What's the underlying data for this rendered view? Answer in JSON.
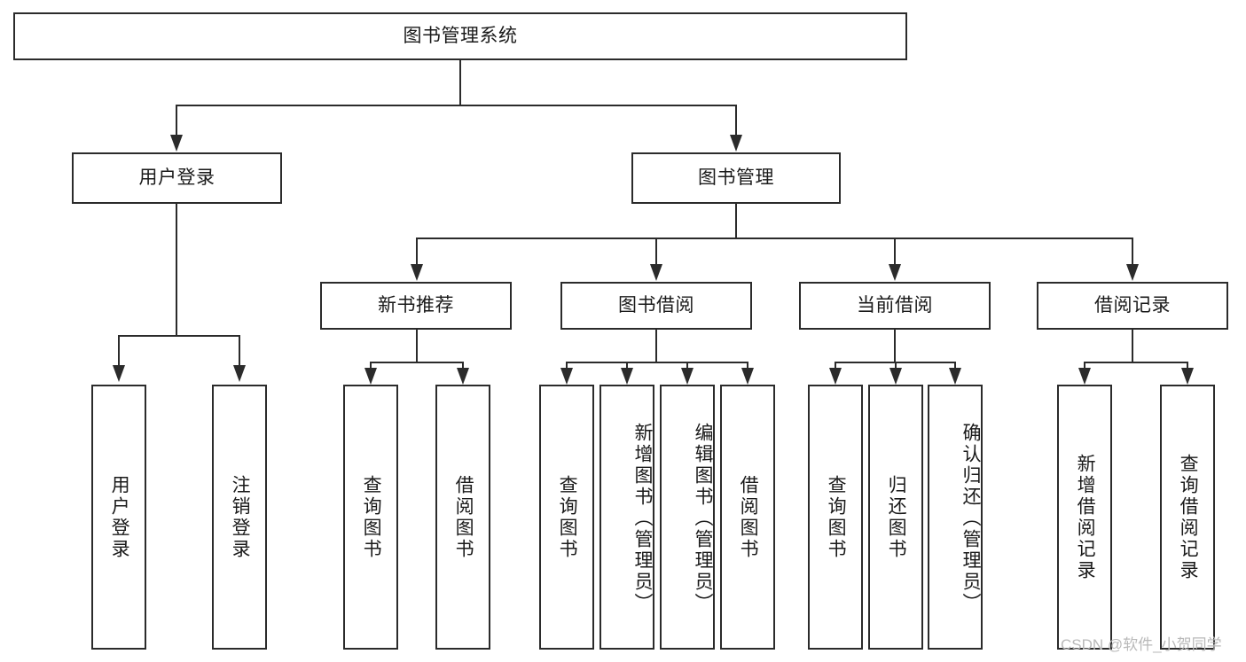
{
  "diagram": {
    "title": "图书管理系统",
    "root": {
      "label": "图书管理系统"
    },
    "level2": [
      {
        "label": "用户登录"
      },
      {
        "label": "图书管理"
      }
    ],
    "level3": [
      {
        "label": "新书推荐"
      },
      {
        "label": "图书借阅"
      },
      {
        "label": "当前借阅"
      },
      {
        "label": "借阅记录"
      }
    ],
    "leaves": {
      "user_login": [
        {
          "label": "用户登录"
        },
        {
          "label": "注销登录"
        }
      ],
      "new_book": [
        {
          "label": "查询图书"
        },
        {
          "label": "借阅图书"
        }
      ],
      "book_borrow": [
        {
          "label": "查询图书"
        },
        {
          "label": "新增图书（管理员）"
        },
        {
          "label": "编辑图书（管理员）"
        },
        {
          "label": "借阅图书"
        }
      ],
      "current_borrow": [
        {
          "label": "查询图书"
        },
        {
          "label": "归还图书"
        },
        {
          "label": "确认归还（管理员）"
        }
      ],
      "borrow_record": [
        {
          "label": "新增借阅记录"
        },
        {
          "label": "查询借阅记录"
        }
      ]
    }
  },
  "watermark": {
    "text": "CSDN @软件_小贺同学"
  },
  "colors": {
    "stroke": "#2b2b2b",
    "text": "#1a1a1a",
    "background": "#ffffff",
    "watermark": "#b9b9b9"
  }
}
